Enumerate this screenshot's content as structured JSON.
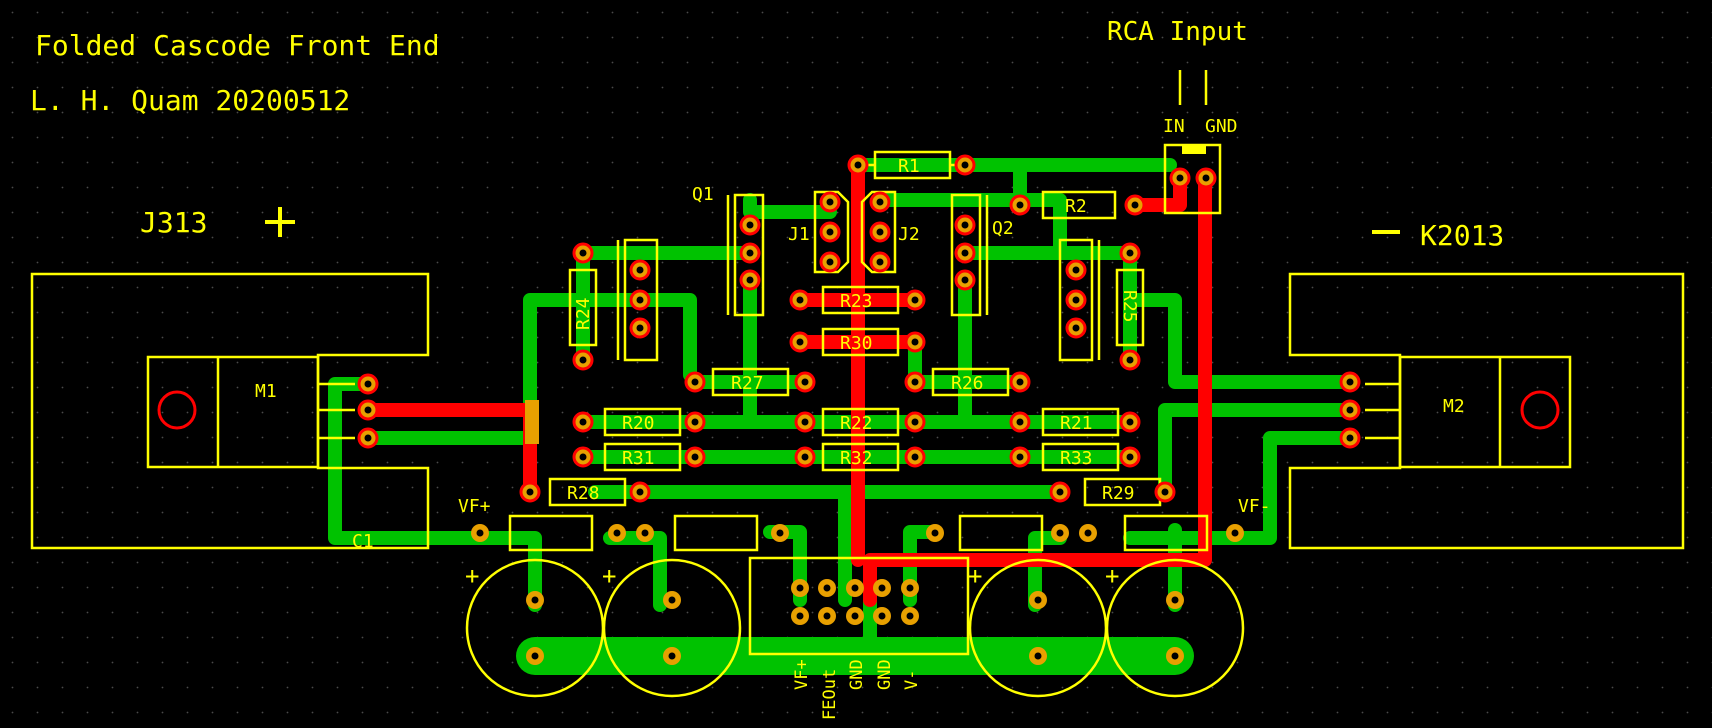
{
  "title": "Folded Cascode Front End",
  "author": "L. H. Quam 20200512",
  "rca_input": "RCA Input",
  "rca_pins": [
    "IN",
    "GND"
  ],
  "left_device": "J313",
  "right_device": "K2013",
  "plus_symbol": "+",
  "minus_symbol": "−",
  "modules": [
    "M1",
    "M2"
  ],
  "transistors": [
    "Q1",
    "Q2",
    "J1",
    "J2"
  ],
  "resistors": {
    "R1": "R1",
    "R2": "R2",
    "R23": "R23",
    "R30": "R30",
    "R24": "R24",
    "R25": "R25",
    "R27": "R27",
    "R26": "R26",
    "R20": "R20",
    "R22": "R22",
    "R21": "R21",
    "R31": "R31",
    "R32": "R32",
    "R33": "R33",
    "R28": "R28",
    "R29": "R29"
  },
  "capacitor_label": "C1",
  "vf_plus": "VF+",
  "vf_minus": "VF-",
  "cap_polarity": [
    "+",
    "+",
    "+",
    "+"
  ],
  "connector_pins": [
    "VF+",
    "FEOut",
    "GND",
    "GND",
    "V-"
  ],
  "colors": {
    "background": "#000000",
    "silkscreen": "#ffff00",
    "top_copper": "#ff0000",
    "bottom_copper": "#00c200",
    "pad": "#e8a000"
  }
}
